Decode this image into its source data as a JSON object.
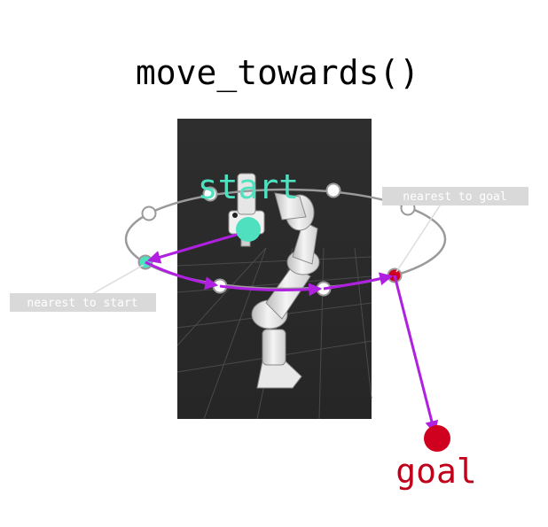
{
  "title": "move_towards()",
  "labels": {
    "start": "start",
    "goal": "goal",
    "nearest_to_goal": "nearest to goal",
    "nearest_to_start": "nearest to start"
  },
  "colors": {
    "start": "#4fe0c0",
    "goal": "#d0001f",
    "path": "#b020e0",
    "ellipse": "#9a9a9a",
    "viewport_bg": "#2d2d2d",
    "label_box": "#d9d9d9",
    "label_text": "#ffffff"
  }
}
